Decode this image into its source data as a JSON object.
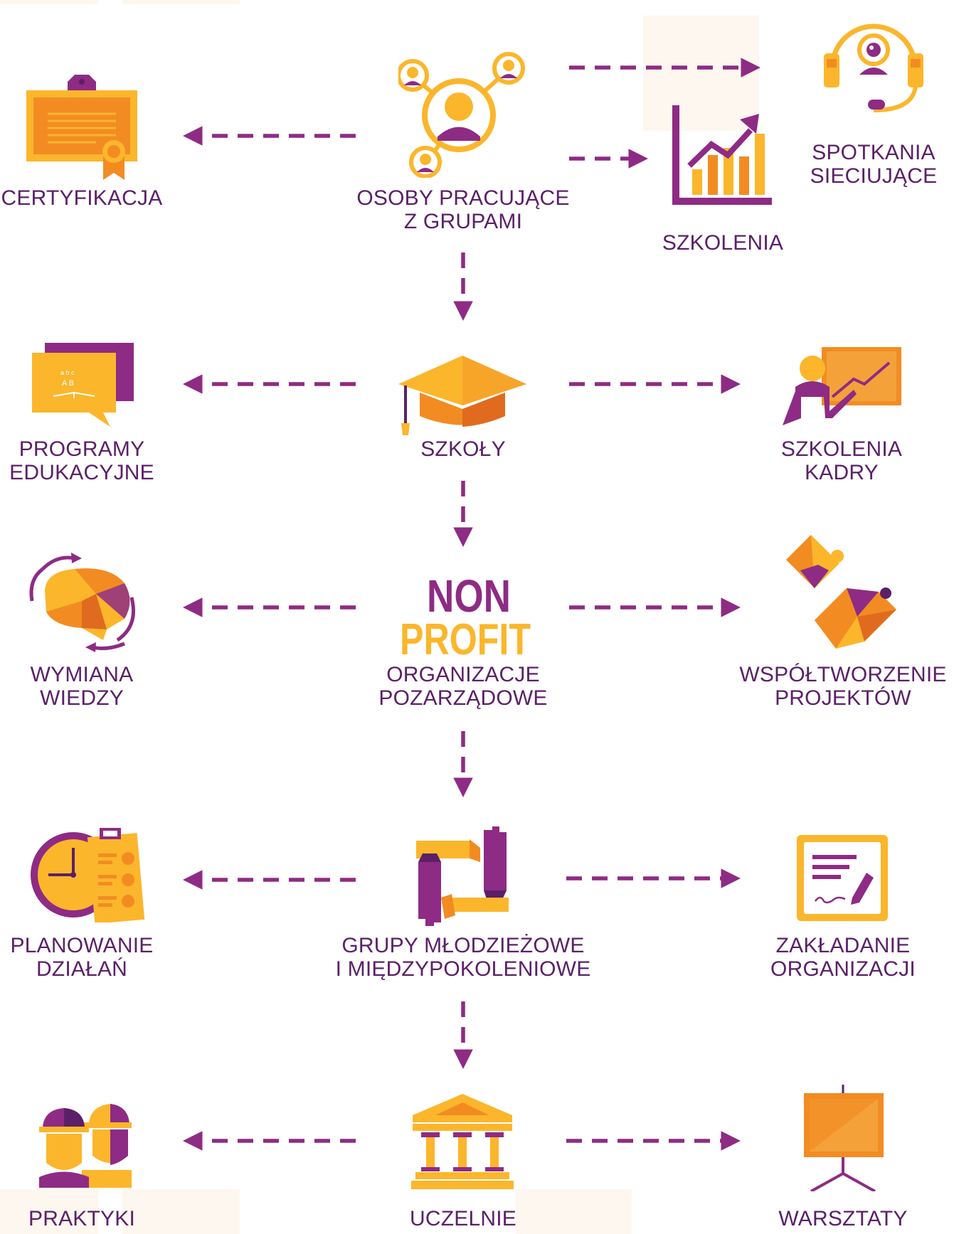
{
  "colors": {
    "purple": "#8e2b84",
    "dark_purple": "#5b2068",
    "yellow": "#fbb62c",
    "orange": "#f28c22",
    "dark_orange": "#e06b1f",
    "cream": "#fdf7ef"
  },
  "nodes": {
    "osoby": {
      "line1": "OSOBY PRACUJĄCE",
      "line2": "Z GRUPAMI",
      "icon": "people-network-icon"
    },
    "certyfikacja": {
      "line1": "CERTYFIKACJA",
      "icon": "certificate-icon"
    },
    "szkolenia": {
      "line1": "SZKOLENIA",
      "icon": "growth-chart-icon"
    },
    "spotkania": {
      "line1": "SPOTKANIA",
      "line2": "SIECIUJĄCE",
      "icon": "headset-icon"
    },
    "szkoly": {
      "line1": "SZKOŁY",
      "icon": "graduation-cap-icon"
    },
    "programy": {
      "line1": "PROGRAMY",
      "line2": "EDUKACYJNE",
      "icon": "speech-bubble-book-icon"
    },
    "szkolenia_kadry": {
      "line1": "SZKOLENIA",
      "line2": "KADRY",
      "icon": "presenter-icon"
    },
    "ngo": {
      "line1": "ORGANIZACJE",
      "line2": "POZARZĄDOWE",
      "icon": "nonprofit-text-icon",
      "logo_top": "NON",
      "logo_bottom": "PROFIT"
    },
    "wymiana": {
      "line1": "WYMIANA",
      "line2": "WIEDZY",
      "icon": "brain-exchange-icon"
    },
    "wspoltworzenie": {
      "line1": "WSPÓŁTWORZENIE",
      "line2": "PROJEKTÓW",
      "icon": "puzzle-icon"
    },
    "grupy": {
      "line1": "GRUPY MŁODZIEŻOWE",
      "line2": "I MIĘDZYPOKOLENIOWE",
      "icon": "hands-circle-icon"
    },
    "planowanie": {
      "line1": "PLANOWANIE",
      "line2": "DZIAŁAŃ",
      "icon": "clock-clipboard-icon"
    },
    "zakladanie": {
      "line1": "ZAKŁADANIE",
      "line2": "ORGANIZACJI",
      "icon": "signed-document-icon"
    },
    "uczelnie": {
      "line1": "UCZELNIE",
      "icon": "university-building-icon"
    },
    "praktyki": {
      "line1": "PRAKTYKI",
      "icon": "workers-helmet-icon"
    },
    "warsztaty": {
      "line1": "WARSZTATY",
      "icon": "flipchart-icon"
    }
  }
}
